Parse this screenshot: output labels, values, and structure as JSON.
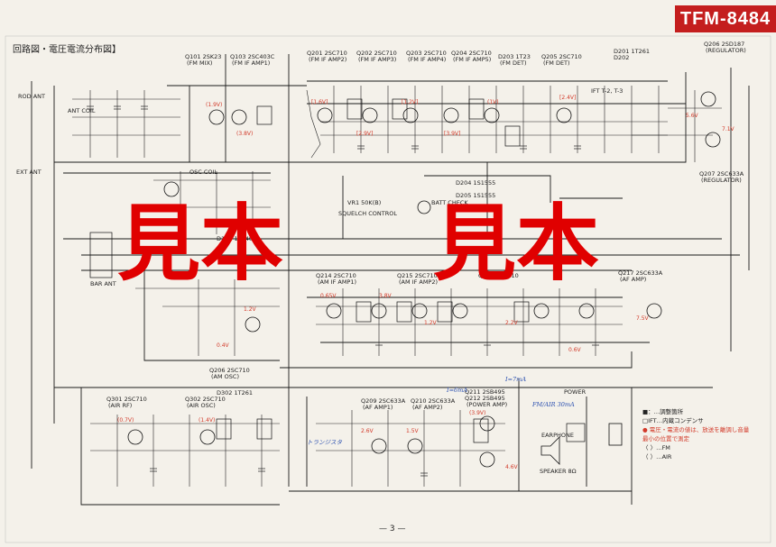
{
  "page": {
    "model": "TFM-8484",
    "title": "回路図・電圧電流分布図】",
    "page_number": "— 3 —"
  },
  "watermark": [
    "見本",
    "見本"
  ],
  "legend": {
    "line1": "■：…調整箇所",
    "line2": "□IFT…内蔵コンデンサ",
    "line3a": "● 電圧・電流の値は、放送を離調し音量",
    "line3b": "最小の位置で測定",
    "line4": "〈 〉…FM",
    "line5": "（ ）…AIR"
  },
  "labels": {
    "q101": "Q101 2SK23",
    "q101f": "(FM MIX)",
    "q103": "Q103 2SC403C",
    "q103f": "(FM IF AMP1)",
    "q201": "Q201 2SC710",
    "q201f": "(FM IF AMP2)",
    "q202": "Q202 2SC710",
    "q202f": "(FM IF AMP3)",
    "q203": "Q203 2SC710",
    "q203f": "(FM IF AMP4)",
    "q204": "Q204 2SC710",
    "q204f": "(FM IF AMP5)",
    "d203": "D203 1T23",
    "d203f": "(FM DET)",
    "q205": "Q205 2SC710",
    "q205f": "(FM DET)",
    "d201": "D201 1T261",
    "d202": "D202",
    "q206": "Q206 2SD187",
    "q206f": "(REGULATOR)",
    "q207": "Q207 2SC633A",
    "q207f": "(REGULATOR)",
    "q206b": "Q206 2SC710",
    "q206bf": "(AM OSC)",
    "q214": "Q214 2SC710",
    "q214f": "(AM IF AMP1)",
    "q215": "Q215 2SC710",
    "q215f": "(AM IF AMP2)",
    "q216": "Q216 2SC710",
    "q217": "Q217 2SC633A",
    "q217f": "(AF AMP)",
    "q301": "Q301 2SC710",
    "q301f": "(AIR RF)",
    "q302": "Q302 2SC710",
    "q302f": "(AIR OSC)",
    "d302": "D302 1T261",
    "q209": "Q209 2SC633A",
    "q209f": "(AF AMP1)",
    "q210": "Q210 2SC633A",
    "q210f": "(AF AMP2)",
    "q211": "Q211 2SB495",
    "q212": "Q212 2SB495",
    "q212f": "(POWER AMP)",
    "d204": "D204 1S1555",
    "d205": "D205 1S1555",
    "d101": "D101 1T240",
    "vr": "VR1 50K(B)",
    "squelch": "SQUELCH CONTROL",
    "batt": "BATT CHECK",
    "rodant": "ROD ANT",
    "extant": "EXT ANT",
    "barant": "BAR ANT",
    "ant": "ANT COIL",
    "osc": "OSC COIL",
    "power": "POWER",
    "earphone": "EARPHONE",
    "speaker": "SPEAKER 8Ω",
    "ifts": "IFT T-2, T-3",
    "blue1": "トランジスタ",
    "blue2": "FM/AIR 30mA",
    "blue3": "I=6mA",
    "blue4": "I=7mA"
  }
}
